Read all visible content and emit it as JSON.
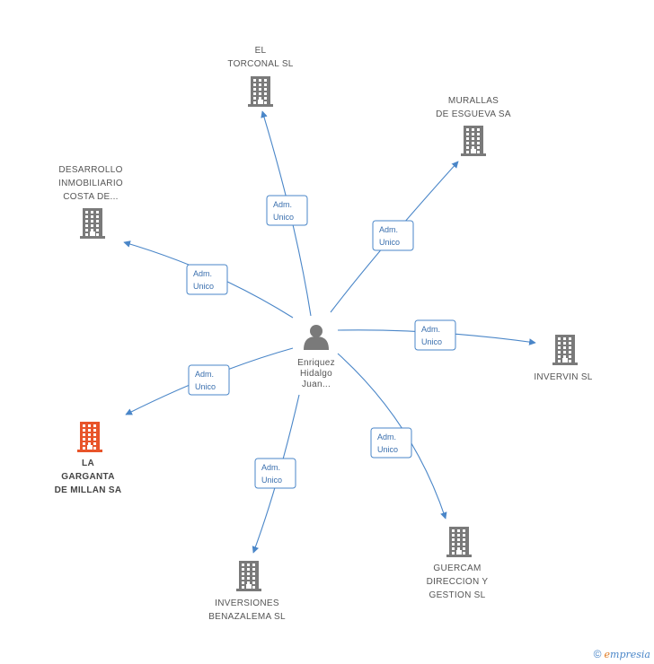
{
  "center": {
    "lines": [
      "Enriquez",
      "Hidalgo",
      "Juan..."
    ]
  },
  "nodes": [
    {
      "id": "torconal",
      "lines": [
        "EL",
        "TORCONAL SL"
      ],
      "highlight": false
    },
    {
      "id": "murallas",
      "lines": [
        "MURALLAS",
        "DE ESGUEVA SA"
      ],
      "highlight": false
    },
    {
      "id": "desarrollo",
      "lines": [
        "DESARROLLO",
        "INMOBILIARIO",
        "COSTA DE..."
      ],
      "highlight": false
    },
    {
      "id": "invervin",
      "lines": [
        "INVERVIN SL"
      ],
      "highlight": false
    },
    {
      "id": "garganta",
      "lines": [
        "LA",
        "GARGANTA",
        "DE MILLAN SA"
      ],
      "highlight": true
    },
    {
      "id": "guercam",
      "lines": [
        "GUERCAM",
        "DIRECCION Y",
        "GESTION SL"
      ],
      "highlight": false
    },
    {
      "id": "benazalema",
      "lines": [
        "INVERSIONES",
        "BENAZALEMA SL"
      ],
      "highlight": false
    }
  ],
  "edges": [
    {
      "to": "torconal",
      "lines": [
        "Adm.",
        "Unico"
      ]
    },
    {
      "to": "murallas",
      "lines": [
        "Adm.",
        "Unico"
      ]
    },
    {
      "to": "desarrollo",
      "lines": [
        "Adm.",
        "Unico"
      ]
    },
    {
      "to": "invervin",
      "lines": [
        "Adm.",
        "Unico"
      ]
    },
    {
      "to": "garganta",
      "lines": [
        "Adm.",
        "Unico"
      ]
    },
    {
      "to": "guercam",
      "lines": [
        "Adm.",
        "Unico"
      ]
    },
    {
      "to": "benazalema",
      "lines": [
        "Adm.",
        "Unico"
      ]
    }
  ],
  "footer": {
    "copyright": "©",
    "brand_first": "e",
    "brand_rest": "mpresia"
  },
  "colors": {
    "edge": "#4a86c8",
    "building": "#7a7a7a",
    "building_highlight": "#e8542a",
    "person": "#7a7a7a"
  },
  "icons": {
    "center": "person-icon",
    "node": "building-icon"
  }
}
